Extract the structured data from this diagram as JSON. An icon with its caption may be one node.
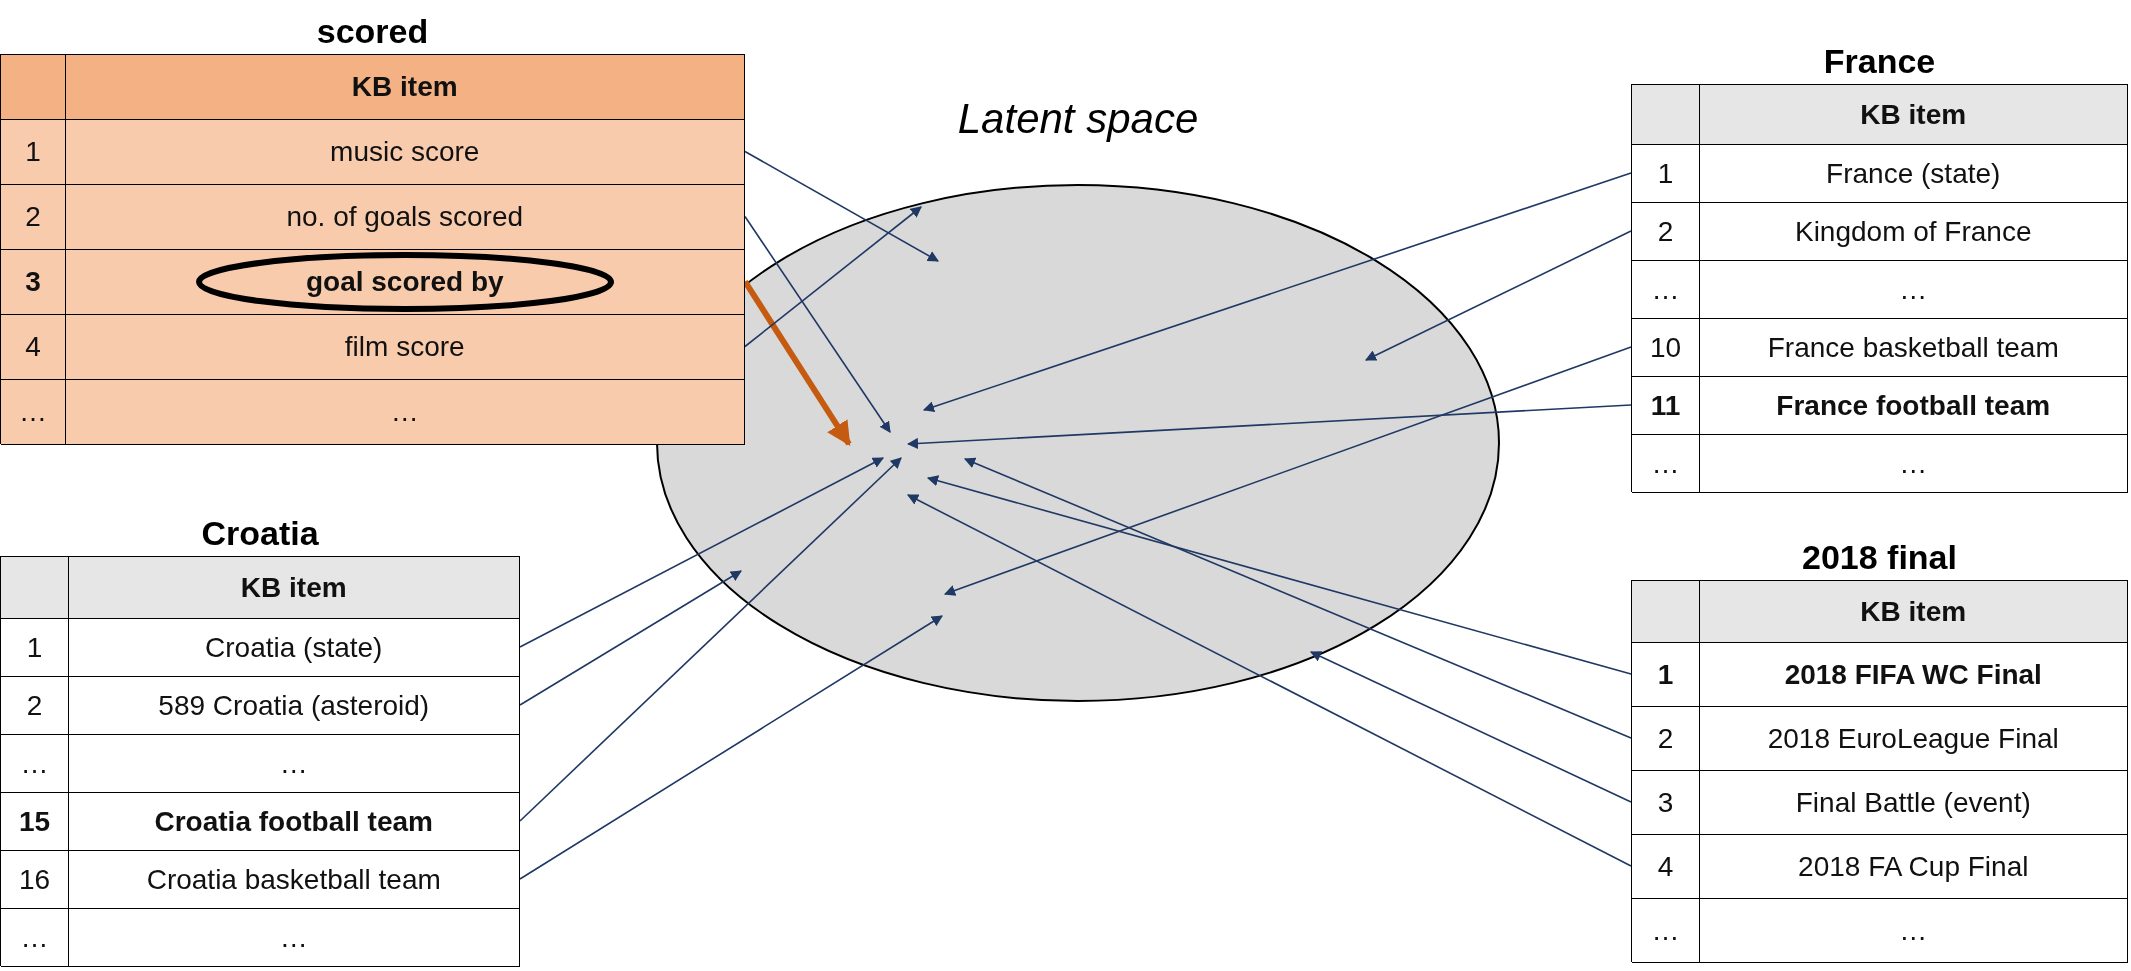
{
  "diagram": {
    "nodes": [
      {
        "text": [
          "scored"
        ]
      },
      {
        "text": [
          "KB item"
        ],
        "in": 0
      },
      {
        "text": [
          "1",
          "music score"
        ],
        "in": 0
      },
      {
        "text": [
          "2",
          "no. of goals scored"
        ],
        "in": 0
      },
      {
        "text": [
          "3",
          "goal scored by"
        ],
        "in": 0
      },
      {
        "text": [
          "4",
          "film score"
        ],
        "in": 0
      },
      {
        "text": [
          "…",
          "…"
        ],
        "in": 0
      },
      {
        "text": [
          "Latent space"
        ]
      },
      {
        "text": [
          "France"
        ]
      },
      {
        "text": [
          "KB item"
        ],
        "in": 8
      },
      {
        "text": [
          "1",
          "France (state)"
        ],
        "in": 8
      },
      {
        "text": [
          "2",
          "Kingdom of France"
        ],
        "in": 8
      },
      {
        "text": [
          "…",
          "…"
        ],
        "in": 8
      },
      {
        "text": [
          "10",
          "France basketball team"
        ],
        "in": 8
      },
      {
        "text": [
          "11",
          "France football team"
        ],
        "in": 8
      },
      {
        "text": [
          "…",
          "…"
        ],
        "in": 8
      },
      {
        "text": [
          "Croatia"
        ]
      },
      {
        "text": [
          "KB item"
        ],
        "in": 16
      },
      {
        "text": [
          "1",
          "Croatia (state)"
        ],
        "in": 16
      },
      {
        "text": [
          "2",
          "589 Croatia (asteroid)"
        ],
        "in": 16
      },
      {
        "text": [
          "…",
          "…"
        ],
        "in": 16
      },
      {
        "text": [
          "15",
          "Croatia football team"
        ],
        "in": 16
      },
      {
        "text": [
          "16",
          "Croatia basketball team"
        ],
        "in": 16
      },
      {
        "text": [
          "…",
          "…"
        ],
        "in": 16
      },
      {
        "text": [
          "2018 final"
        ]
      },
      {
        "text": [
          "KB item"
        ],
        "in": 24
      },
      {
        "text": [
          "1",
          "2018 FIFA WC Final"
        ],
        "in": 24
      },
      {
        "text": [
          "2",
          "2018 EuroLeague Final"
        ],
        "in": 24
      },
      {
        "text": [
          "3",
          "Final Battle (event)"
        ],
        "in": 24
      },
      {
        "text": [
          "4",
          "2018 FA Cup Final"
        ],
        "in": 24
      },
      {
        "text": [
          "…",
          "…"
        ],
        "in": 24
      }
    ],
    "edges": [
      {
        "from": 2,
        "to": 7,
        "arrow": "to"
      },
      {
        "from": 3,
        "to": 7,
        "arrow": "to"
      },
      {
        "from": 4,
        "to": 7,
        "arrow": "to",
        "style": "thick",
        "color": "#c55a11"
      },
      {
        "from": 5,
        "to": 7,
        "arrow": "to"
      },
      {
        "from": 10,
        "to": 7,
        "arrow": "to"
      },
      {
        "from": 11,
        "to": 7,
        "arrow": "to"
      },
      {
        "from": 13,
        "to": 7,
        "arrow": "to"
      },
      {
        "from": 14,
        "to": 7,
        "arrow": "to"
      },
      {
        "from": 18,
        "to": 7,
        "arrow": "to"
      },
      {
        "from": 19,
        "to": 7,
        "arrow": "to"
      },
      {
        "from": 21,
        "to": 7,
        "arrow": "to"
      },
      {
        "from": 22,
        "to": 7,
        "arrow": "to"
      },
      {
        "from": 26,
        "to": 7,
        "arrow": "to"
      },
      {
        "from": 27,
        "to": 7,
        "arrow": "to"
      },
      {
        "from": 28,
        "to": 7,
        "arrow": "to"
      },
      {
        "from": 29,
        "to": 7,
        "arrow": "to"
      }
    ]
  }
}
